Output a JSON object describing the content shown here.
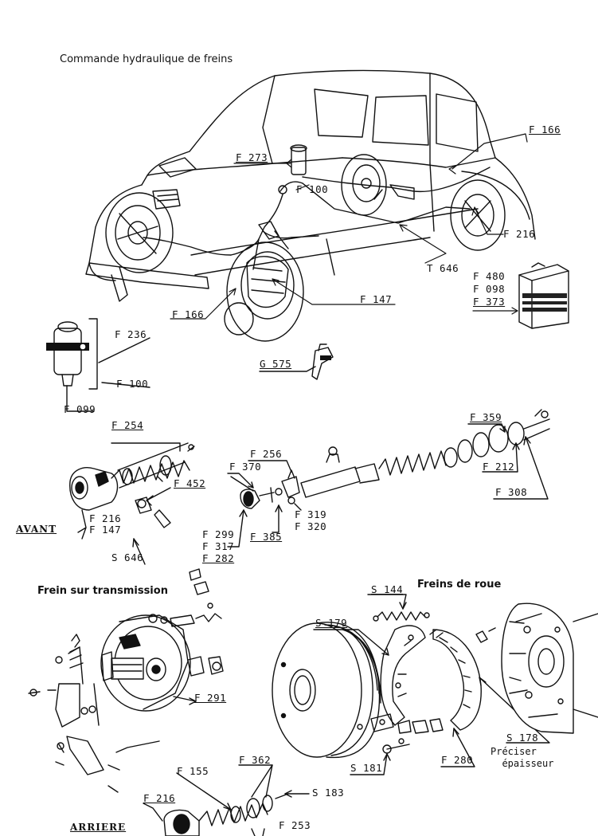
{
  "titles": {
    "main": "Commande hydraulique de freins",
    "transmission": "Frein sur transmission",
    "wheel": "Freins de roue"
  },
  "sections": {
    "front": "AVANT",
    "rear": "ARRIERE"
  },
  "note": {
    "line1": "Préciser",
    "line2": "épaisseur"
  },
  "labels": {
    "f166_top": "F 166",
    "f273": "F 273",
    "f100_car": "F 100",
    "f216_car": "F 216",
    "t646": "T 646",
    "f480": "F 480",
    "f098": "F 098",
    "f373": "F 373",
    "f147_car": "F 147",
    "f166_bottom": "F 166",
    "f236": "F 236",
    "f100_cyl": "F 100",
    "f099": "F 099",
    "g575": "G 575",
    "f254": "F 254",
    "f256": "F 256",
    "f370": "F 370",
    "f452": "F 452",
    "f359": "F 359",
    "f212": "F 212",
    "f308": "F 308",
    "f216_front": "F 216",
    "f147_front": "F 147",
    "f319": "F 319",
    "f320": "F 320",
    "f385": "F 385",
    "f299": "F 299",
    "f317": "F 317",
    "f282": "F 282",
    "s646": "S 646",
    "s144": "S 144",
    "s179": "S 179",
    "f291": "F 291",
    "s178": "S 178",
    "s181": "S 181",
    "f280": "F 280",
    "f155": "F 155",
    "f362": "F 362",
    "s183": "S 183",
    "f216_rear": "F 216",
    "f253": "F 253"
  }
}
